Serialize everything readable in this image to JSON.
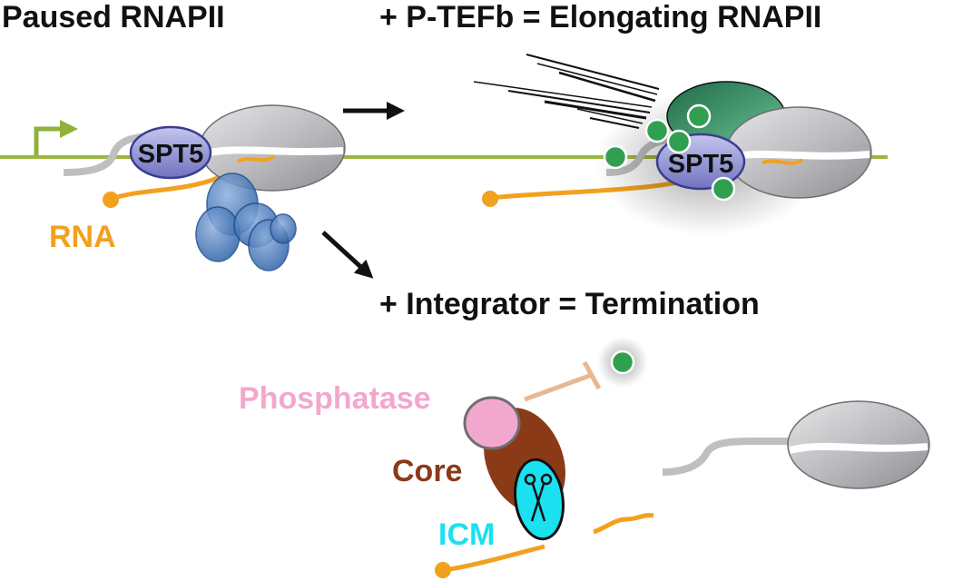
{
  "headings": {
    "paused": "Paused RNAPII",
    "elongating": "+ P-TEFb = Elongating RNAPII",
    "termination": "+ Integrator = Termination"
  },
  "labels": {
    "spt5": "SPT5",
    "rna": "RNA",
    "phosphatase": "Phosphatase",
    "core": "Core",
    "icm": "ICM"
  },
  "colors": {
    "dna": "#9ab83a",
    "rna": "#f2a11f",
    "spt5": "#7d7fc4",
    "polymerase": "#b8b8bc",
    "nelf": "#3e6fb1",
    "ptefb": "#2e8b57",
    "phospho": "#30a050",
    "phosphatase": "#f2a8cc",
    "core": "#8b3a18",
    "icm": "#1ae0f0"
  },
  "icons": [
    "promoter-arrow-icon",
    "scissors-icon"
  ]
}
